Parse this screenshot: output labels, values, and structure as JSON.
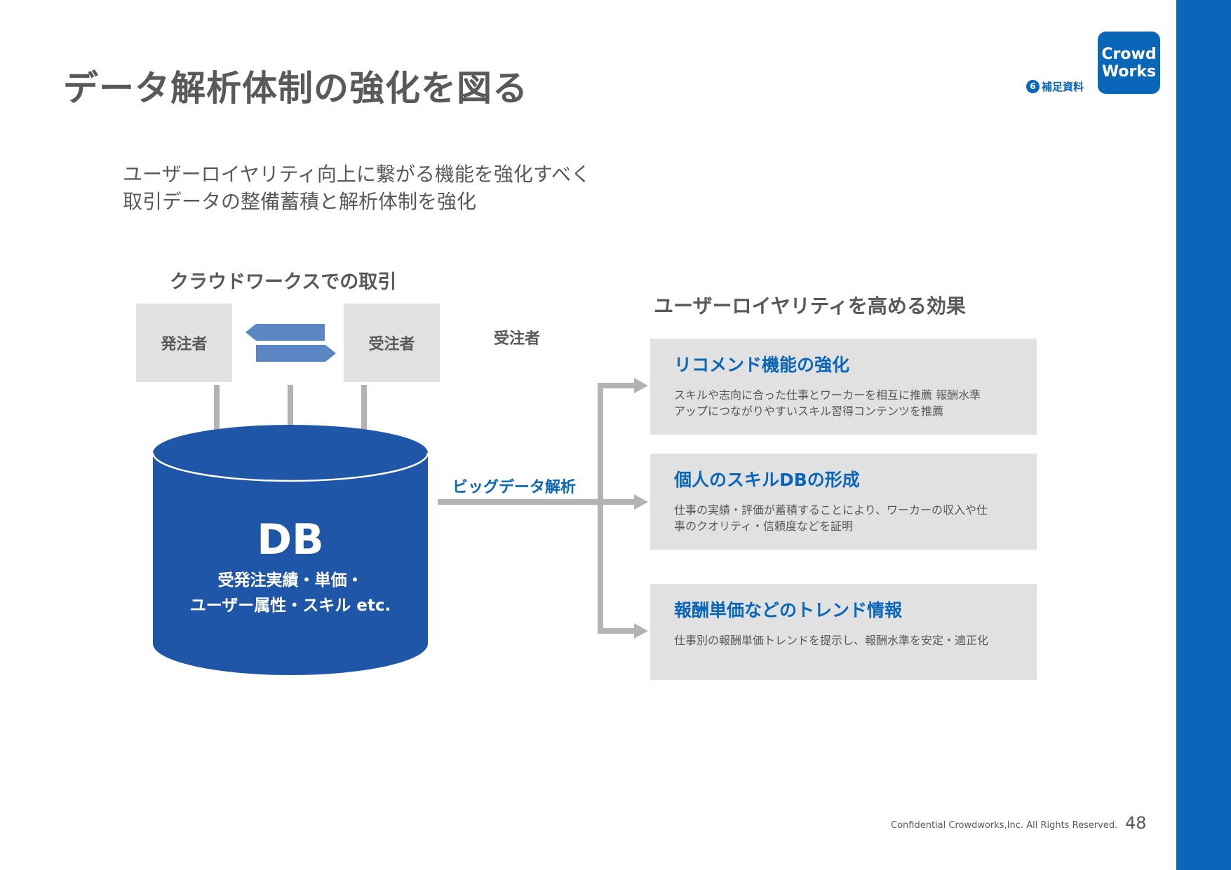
{
  "header": {
    "title": "データ解析体制の強化を図る",
    "section_number": "6",
    "section_label": "補足資料",
    "logo_line1": "Crowd",
    "logo_line2": "Works"
  },
  "subtitle": {
    "line1": "ユーザーロイヤリティ向上に繋がる機能を強化すべく",
    "line2": "取引データの整備蓄積と解析体制を強化"
  },
  "left": {
    "heading": "クラウドワークスでの取引",
    "orderer": "発注者",
    "contractor": "受注者",
    "contractor_extra": "受注者"
  },
  "db": {
    "title": "DB",
    "line1": "受発注実績・単価・",
    "line2": "ユーザー属性・スキル etc."
  },
  "analysis_label": "ビッグデータ解析",
  "right": {
    "heading": "ユーザーロイヤリティを高める効果",
    "effects": [
      {
        "title": "リコメンド機能の強化",
        "line1": "スキルや志向に合った仕事とワーカーを相互に推薦 報酬水準",
        "line2": "アップにつながりやすいスキル習得コンテンツを推薦"
      },
      {
        "title": "個人のスキルDBの形成",
        "line1": "仕事の実績・評価が蓄積することにより、ワーカーの収入や仕",
        "line2": "事のクオリティ・信頼度などを証明"
      },
      {
        "title": "報酬単価などのトレンド情報",
        "line1": "仕事別の報酬単価トレンドを提示し、報酬水準を安定・適正化",
        "line2": ""
      }
    ]
  },
  "footer": {
    "copyright": "Confidential Crowdworks,Inc. All Rights Reserved.",
    "page": "48"
  },
  "colors": {
    "brand": "#0a66b8",
    "db_fill": "#1f56a8",
    "box": "#e1e1e1",
    "arrow_gray": "#b3b3b3",
    "exchange_arrow": "#5b86c4",
    "text": "#595959"
  }
}
